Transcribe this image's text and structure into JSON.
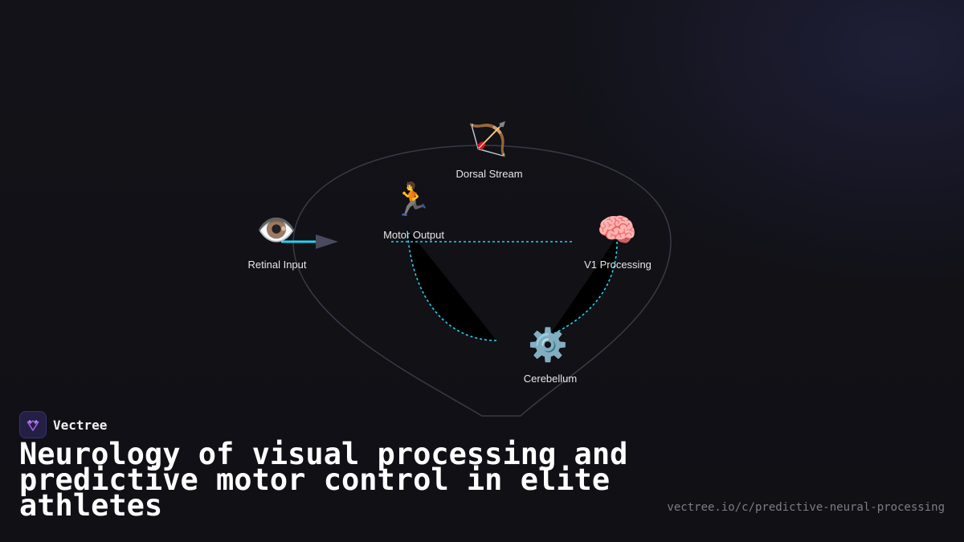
{
  "brand": {
    "name": "Vectree",
    "logo_icon": "vectree-logo-icon"
  },
  "title": "Neurology of visual processing and predictive motor control in elite athletes",
  "url": "vectree.io/c/predictive-neural-processing",
  "colors": {
    "flow": "#22d3ee",
    "outline": "#3a3a48",
    "arrowhead": "#4a4a5e",
    "label": "#e6e6ea",
    "logo_bg": "#241f45",
    "logo_mark": "#a463e8"
  },
  "diagram": {
    "nodes": [
      {
        "id": "retinal-input",
        "label": "Retinal Input",
        "icon": "eye-icon",
        "glyph": "👁️"
      },
      {
        "id": "motor-output",
        "label": "Motor Output",
        "icon": "runner-icon",
        "glyph": "🏃"
      },
      {
        "id": "dorsal-stream",
        "label": "Dorsal Stream",
        "icon": "bow-and-arrow-icon",
        "glyph": "🏹"
      },
      {
        "id": "v1-processing",
        "label": "V1 Processing",
        "icon": "brain-icon",
        "glyph": "🧠"
      },
      {
        "id": "cerebellum",
        "label": "Cerebellum",
        "icon": "gear-icon",
        "glyph": "⚙️"
      }
    ],
    "edges": [
      {
        "from": "retinal-input",
        "to": "motor-output",
        "style": "solid"
      },
      {
        "from": "motor-output",
        "to": "v1-processing",
        "style": "dashed"
      },
      {
        "from": "v1-processing",
        "to": "cerebellum",
        "style": "dashed"
      },
      {
        "from": "cerebellum",
        "to": "motor-output",
        "style": "dashed"
      }
    ]
  }
}
